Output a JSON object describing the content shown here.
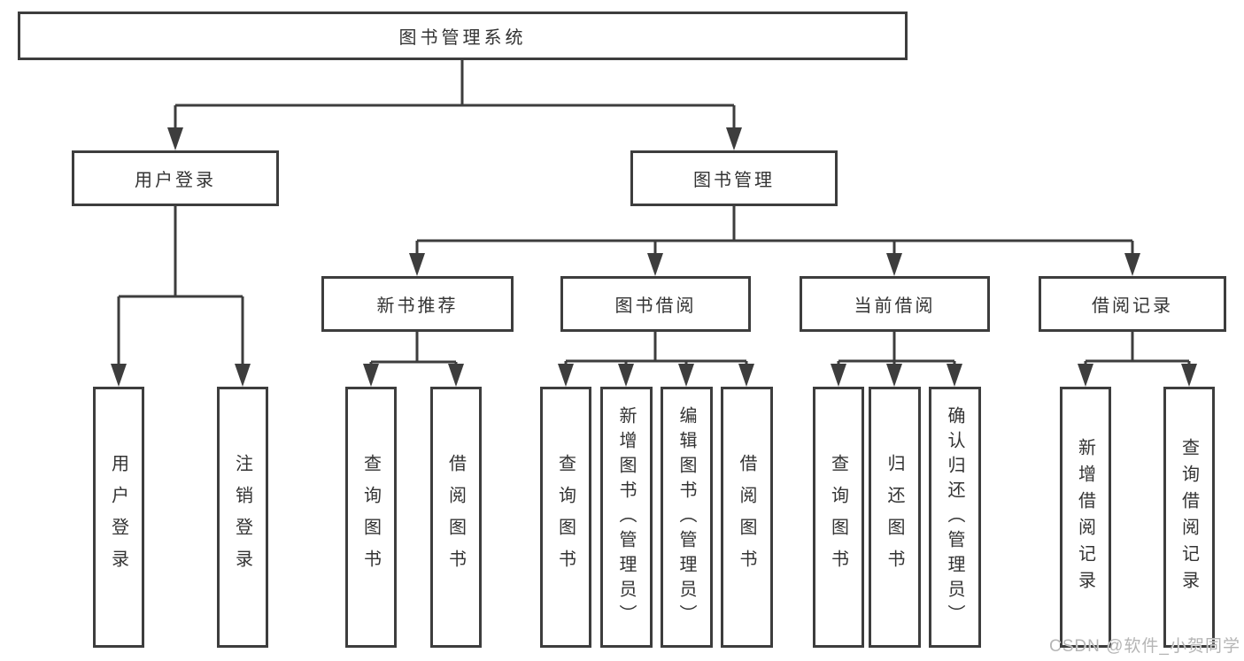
{
  "tree": {
    "label": "图书管理系统",
    "children": [
      {
        "label": "用户登录",
        "children": [
          {
            "label": "用户登录"
          },
          {
            "label": "注销登录"
          }
        ]
      },
      {
        "label": "图书管理",
        "children": [
          {
            "label": "新书推荐",
            "children": [
              {
                "label": "查询图书"
              },
              {
                "label": "借阅图书"
              }
            ]
          },
          {
            "label": "图书借阅",
            "children": [
              {
                "label": "查询图书"
              },
              {
                "label": "新增图书（管理员）"
              },
              {
                "label": "编辑图书（管理员）"
              },
              {
                "label": "借阅图书"
              }
            ]
          },
          {
            "label": "当前借阅",
            "children": [
              {
                "label": "查询图书"
              },
              {
                "label": "归还图书"
              },
              {
                "label": "确认归还（管理员）"
              }
            ]
          },
          {
            "label": "借阅记录",
            "children": [
              {
                "label": "新增借阅记录"
              },
              {
                "label": "查询借阅记录"
              }
            ]
          }
        ]
      }
    ]
  },
  "watermark": {
    "text": "CSDN @软件_小贺同学"
  },
  "colors": {
    "line": "#3d3d3d",
    "box_border": "#3d3d3d",
    "box_fill": "#ffffff",
    "text": "#333333",
    "watermark": "#b5b5b5",
    "background": "#ffffff"
  }
}
